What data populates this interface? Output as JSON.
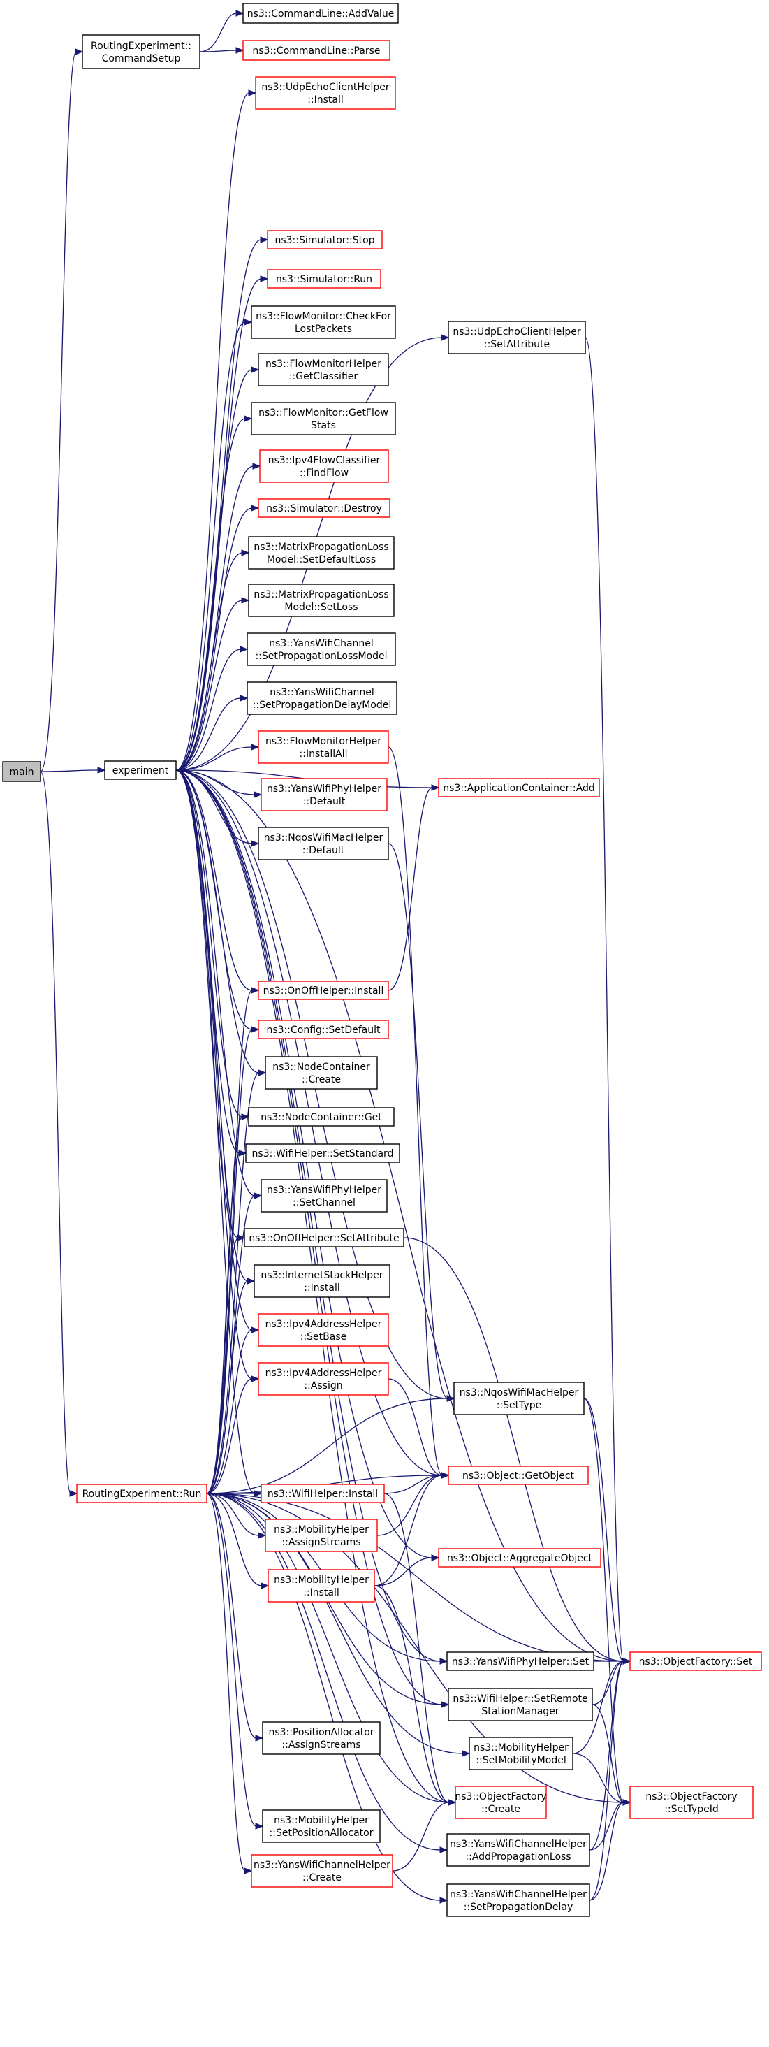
{
  "colors": {
    "edge": "#191970",
    "box_plain": "#000000",
    "box_link": "#ff0000",
    "box_root_fill": "#bfbfbf"
  },
  "nodes": {
    "main": {
      "lines": [
        "main"
      ],
      "style": "root"
    },
    "experiment": {
      "lines": [
        "experiment"
      ],
      "style": "plain"
    },
    "cmdsetup": {
      "lines": [
        "RoutingExperiment::",
        "CommandSetup"
      ],
      "style": "plain"
    },
    "cl_addvalue": {
      "lines": [
        "ns3::CommandLine::AddValue"
      ],
      "style": "plain"
    },
    "cl_parse": {
      "lines": [
        "ns3::CommandLine::Parse"
      ],
      "style": "red"
    },
    "udpecho_install": {
      "lines": [
        "ns3::UdpEchoClientHelper",
        "::Install"
      ],
      "style": "red"
    },
    "sim_stop": {
      "lines": [
        "ns3::Simulator::Stop"
      ],
      "style": "red"
    },
    "sim_run": {
      "lines": [
        "ns3::Simulator::Run"
      ],
      "style": "red"
    },
    "fm_checklost": {
      "lines": [
        "ns3::FlowMonitor::CheckFor",
        "LostPackets"
      ],
      "style": "plain"
    },
    "fmh_getclassifier": {
      "lines": [
        "ns3::FlowMonitorHelper",
        "::GetClassifier"
      ],
      "style": "plain"
    },
    "fm_getflowstats": {
      "lines": [
        "ns3::FlowMonitor::GetFlow",
        "Stats"
      ],
      "style": "plain"
    },
    "ipv4fc_findflow": {
      "lines": [
        "ns3::Ipv4FlowClassifier",
        "::FindFlow"
      ],
      "style": "red"
    },
    "sim_destroy": {
      "lines": [
        "ns3::Simulator::Destroy"
      ],
      "style": "red"
    },
    "mpl_setdefaultloss": {
      "lines": [
        "ns3::MatrixPropagationLoss",
        "Model::SetDefaultLoss"
      ],
      "style": "plain"
    },
    "mpl_setloss": {
      "lines": [
        "ns3::MatrixPropagationLoss",
        "Model::SetLoss"
      ],
      "style": "plain"
    },
    "ywc_setpropagationloss": {
      "lines": [
        "ns3::YansWifiChannel",
        "::SetPropagationLossModel"
      ],
      "style": "plain"
    },
    "ywc_setpropagationdelay": {
      "lines": [
        "ns3::YansWifiChannel",
        "::SetPropagationDelayModel"
      ],
      "style": "plain"
    },
    "fmh_installall": {
      "lines": [
        "ns3::FlowMonitorHelper",
        "::InstallAll"
      ],
      "style": "red"
    },
    "ywph_default": {
      "lines": [
        "ns3::YansWifiPhyHelper",
        "::Default"
      ],
      "style": "red"
    },
    "nqos_default": {
      "lines": [
        "ns3::NqosWifiMacHelper",
        "::Default"
      ],
      "style": "plain"
    },
    "udpecho_setattr": {
      "lines": [
        "ns3::UdpEchoClientHelper",
        "::SetAttribute"
      ],
      "style": "plain"
    },
    "appcontainer_add": {
      "lines": [
        "ns3::ApplicationContainer::Add"
      ],
      "style": "red"
    },
    "onoff_install": {
      "lines": [
        "ns3::OnOffHelper::Install"
      ],
      "style": "red"
    },
    "config_setdefault": {
      "lines": [
        "ns3::Config::SetDefault"
      ],
      "style": "red"
    },
    "nodecontainer_create": {
      "lines": [
        "ns3::NodeContainer",
        "::Create"
      ],
      "style": "plain"
    },
    "nodecontainer_get": {
      "lines": [
        "ns3::NodeContainer::Get"
      ],
      "style": "plain"
    },
    "wifihelper_setstandard": {
      "lines": [
        "ns3::WifiHelper::SetStandard"
      ],
      "style": "plain"
    },
    "ywph_setchannel": {
      "lines": [
        "ns3::YansWifiPhyHelper",
        "::SetChannel"
      ],
      "style": "plain"
    },
    "onoff_setattr": {
      "lines": [
        "ns3::OnOffHelper::SetAttribute"
      ],
      "style": "plain"
    },
    "ish_install": {
      "lines": [
        "ns3::InternetStackHelper",
        "::Install"
      ],
      "style": "plain"
    },
    "ipv4ah_setbase": {
      "lines": [
        "ns3::Ipv4AddressHelper",
        "::SetBase"
      ],
      "style": "red"
    },
    "ipv4ah_assign": {
      "lines": [
        "ns3::Ipv4AddressHelper",
        "::Assign"
      ],
      "style": "red"
    },
    "nqos_settype": {
      "lines": [
        "ns3::NqosWifiMacHelper",
        "::SetType"
      ],
      "style": "plain"
    },
    "routing_run": {
      "lines": [
        "RoutingExperiment::Run"
      ],
      "style": "red"
    },
    "wifihelper_install": {
      "lines": [
        "ns3::WifiHelper::Install"
      ],
      "style": "red"
    },
    "object_getobject": {
      "lines": [
        "ns3::Object::GetObject"
      ],
      "style": "red"
    },
    "mh_assignstreams": {
      "lines": [
        "ns3::MobilityHelper",
        "::AssignStreams"
      ],
      "style": "red"
    },
    "object_aggregate": {
      "lines": [
        "ns3::Object::AggregateObject"
      ],
      "style": "red"
    },
    "mh_install": {
      "lines": [
        "ns3::MobilityHelper",
        "::Install"
      ],
      "style": "red"
    },
    "ywph_set": {
      "lines": [
        "ns3::YansWifiPhyHelper::Set"
      ],
      "style": "plain"
    },
    "objfactory_set": {
      "lines": [
        "ns3::ObjectFactory::Set"
      ],
      "style": "red"
    },
    "wifihelper_setrsm": {
      "lines": [
        "ns3::WifiHelper::SetRemote",
        "StationManager"
      ],
      "style": "plain"
    },
    "pa_assignstreams": {
      "lines": [
        "ns3::PositionAllocator",
        "::AssignStreams"
      ],
      "style": "plain"
    },
    "mh_setmobilitymodel": {
      "lines": [
        "ns3::MobilityHelper",
        "::SetMobilityModel"
      ],
      "style": "plain"
    },
    "objfactory_create": {
      "lines": [
        "ns3::ObjectFactory",
        "::Create"
      ],
      "style": "red"
    },
    "objfactory_settypeid": {
      "lines": [
        "ns3::ObjectFactory",
        "::SetTypeId"
      ],
      "style": "red"
    },
    "mh_setposalloc": {
      "lines": [
        "ns3::MobilityHelper",
        "::SetPositionAllocator"
      ],
      "style": "plain"
    },
    "ywch_addpropagationloss": {
      "lines": [
        "ns3::YansWifiChannelHelper",
        "::AddPropagationLoss"
      ],
      "style": "plain"
    },
    "ywch_create": {
      "lines": [
        "ns3::YansWifiChannelHelper",
        "::Create"
      ],
      "style": "red"
    },
    "ywch_setpropagationdelay": {
      "lines": [
        "ns3::YansWifiChannelHelper",
        "::SetPropagationDelay"
      ],
      "style": "plain"
    }
  },
  "edges": [
    [
      "main",
      "experiment"
    ],
    [
      "main",
      "cmdsetup"
    ],
    [
      "main",
      "routing_run"
    ],
    [
      "cmdsetup",
      "cl_addvalue"
    ],
    [
      "cmdsetup",
      "cl_parse"
    ],
    [
      "experiment",
      "udpecho_install"
    ],
    [
      "experiment",
      "sim_stop"
    ],
    [
      "experiment",
      "sim_run"
    ],
    [
      "experiment",
      "fm_checklost"
    ],
    [
      "experiment",
      "fmh_getclassifier"
    ],
    [
      "experiment",
      "fm_getflowstats"
    ],
    [
      "experiment",
      "ipv4fc_findflow"
    ],
    [
      "experiment",
      "sim_destroy"
    ],
    [
      "experiment",
      "mpl_setdefaultloss"
    ],
    [
      "experiment",
      "mpl_setloss"
    ],
    [
      "experiment",
      "ywc_setpropagationloss"
    ],
    [
      "experiment",
      "ywc_setpropagationdelay"
    ],
    [
      "experiment",
      "fmh_installall"
    ],
    [
      "experiment",
      "ywph_default"
    ],
    [
      "experiment",
      "nqos_default"
    ],
    [
      "experiment",
      "udpecho_setattr"
    ],
    [
      "experiment",
      "appcontainer_add"
    ],
    [
      "experiment",
      "onoff_install"
    ],
    [
      "experiment",
      "config_setdefault"
    ],
    [
      "experiment",
      "nodecontainer_create"
    ],
    [
      "experiment",
      "nodecontainer_get"
    ],
    [
      "experiment",
      "wifihelper_setstandard"
    ],
    [
      "experiment",
      "ywph_setchannel"
    ],
    [
      "experiment",
      "onoff_setattr"
    ],
    [
      "experiment",
      "ish_install"
    ],
    [
      "experiment",
      "ipv4ah_setbase"
    ],
    [
      "experiment",
      "ipv4ah_assign"
    ],
    [
      "experiment",
      "nqos_settype"
    ],
    [
      "experiment",
      "wifihelper_install"
    ],
    [
      "experiment",
      "object_getobject"
    ],
    [
      "experiment",
      "objfactory_set"
    ],
    [
      "experiment",
      "ywph_set"
    ],
    [
      "experiment",
      "wifihelper_setrsm"
    ],
    [
      "experiment",
      "objfactory_create"
    ],
    [
      "experiment",
      "object_aggregate"
    ],
    [
      "routing_run",
      "wifihelper_install"
    ],
    [
      "routing_run",
      "object_getobject"
    ],
    [
      "routing_run",
      "mh_assignstreams"
    ],
    [
      "routing_run",
      "mh_install"
    ],
    [
      "routing_run",
      "nqos_settype"
    ],
    [
      "routing_run",
      "objfactory_set"
    ],
    [
      "routing_run",
      "ywph_set"
    ],
    [
      "routing_run",
      "wifihelper_setrsm"
    ],
    [
      "routing_run",
      "pa_assignstreams"
    ],
    [
      "routing_run",
      "mh_setmobilitymodel"
    ],
    [
      "routing_run",
      "objfactory_create"
    ],
    [
      "routing_run",
      "mh_setposalloc"
    ],
    [
      "routing_run",
      "ywch_addpropagationloss"
    ],
    [
      "routing_run",
      "ywch_create"
    ],
    [
      "routing_run",
      "ywch_setpropagationdelay"
    ],
    [
      "routing_run",
      "objfactory_settypeid"
    ],
    [
      "routing_run",
      "onoff_install"
    ],
    [
      "routing_run",
      "config_setdefault"
    ],
    [
      "routing_run",
      "nodecontainer_create"
    ],
    [
      "routing_run",
      "nodecontainer_get"
    ],
    [
      "routing_run",
      "wifihelper_setstandard"
    ],
    [
      "routing_run",
      "ywph_setchannel"
    ],
    [
      "routing_run",
      "onoff_setattr"
    ],
    [
      "routing_run",
      "ish_install"
    ],
    [
      "routing_run",
      "ipv4ah_setbase"
    ],
    [
      "routing_run",
      "ipv4ah_assign"
    ],
    [
      "udpecho_setattr",
      "objfactory_set"
    ],
    [
      "fmh_installall",
      "object_getobject"
    ],
    [
      "nqos_default",
      "nqos_settype"
    ],
    [
      "onoff_install",
      "appcontainer_add"
    ],
    [
      "onoff_setattr",
      "objfactory_set"
    ],
    [
      "ipv4ah_assign",
      "object_getobject"
    ],
    [
      "nqos_settype",
      "objfactory_set"
    ],
    [
      "nqos_settype",
      "objfactory_settypeid"
    ],
    [
      "wifihelper_install",
      "object_getobject"
    ],
    [
      "wifihelper_install",
      "objfactory_create"
    ],
    [
      "mh_assignstreams",
      "object_getobject"
    ],
    [
      "mh_install",
      "object_getobject"
    ],
    [
      "mh_install",
      "object_aggregate"
    ],
    [
      "mh_install",
      "objfactory_create"
    ],
    [
      "ywph_set",
      "objfactory_set"
    ],
    [
      "wifihelper_setrsm",
      "objfactory_set"
    ],
    [
      "wifihelper_setrsm",
      "objfactory_settypeid"
    ],
    [
      "mh_setmobilitymodel",
      "objfactory_set"
    ],
    [
      "mh_setmobilitymodel",
      "objfactory_settypeid"
    ],
    [
      "ywch_addpropagationloss",
      "objfactory_set"
    ],
    [
      "ywch_addpropagationloss",
      "objfactory_settypeid"
    ],
    [
      "ywch_create",
      "objfactory_create"
    ],
    [
      "ywch_setpropagationdelay",
      "objfactory_set"
    ],
    [
      "ywch_setpropagationdelay",
      "objfactory_settypeid"
    ]
  ]
}
